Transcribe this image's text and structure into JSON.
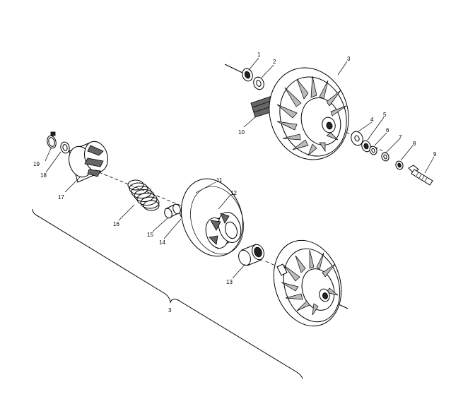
{
  "callouts": {
    "c1": "1",
    "c2": "2",
    "c3": "3",
    "c4": "4",
    "c5": "5",
    "c6": "6",
    "c7": "7",
    "c8": "8",
    "c9": "9",
    "c10": "10",
    "c11": "11",
    "c12": "12",
    "c13": "13",
    "c14": "14",
    "c15": "15",
    "c16": "16",
    "c17": "17",
    "c18": "18",
    "c19": "19",
    "assembly": "3"
  }
}
